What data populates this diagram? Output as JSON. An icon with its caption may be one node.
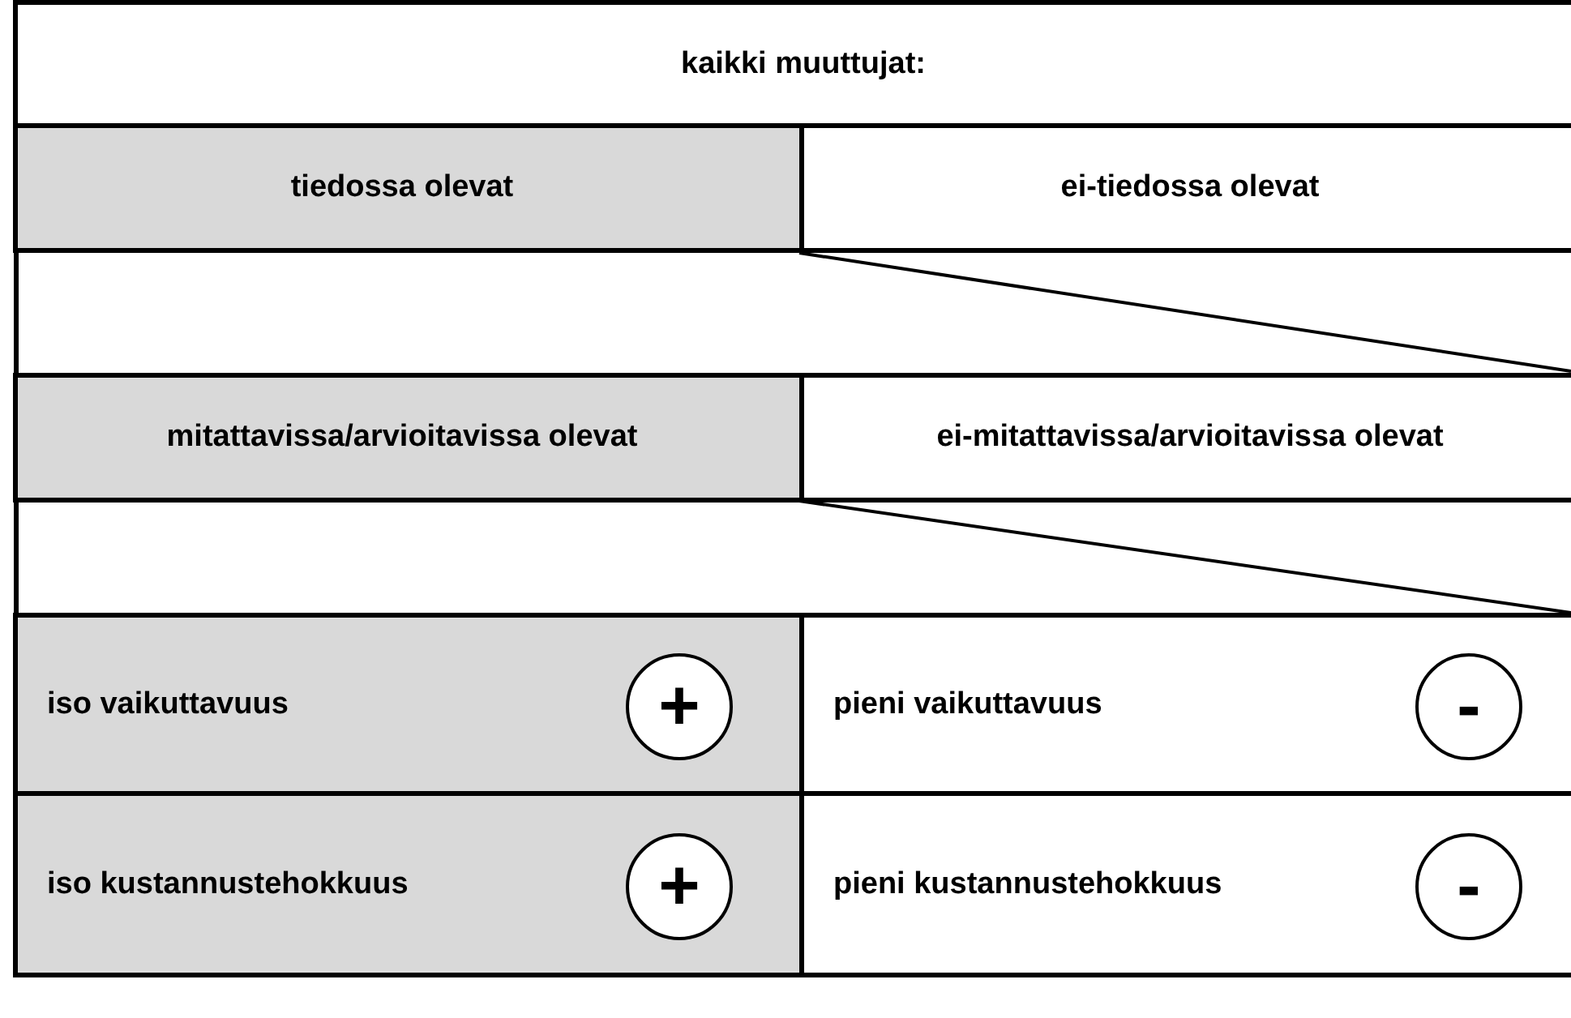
{
  "diagram": {
    "nodes": [
      {
        "text": [
          "kaikki muuttujat:"
        ]
      },
      {
        "text": [
          "tiedossa olevat"
        ]
      },
      {
        "text": [
          "ei-tiedossa olevat"
        ]
      },
      {
        "text": [
          "mitattavissa/arvioitavissa olevat"
        ]
      },
      {
        "text": [
          "ei-mitattavissa/arvioitavissa olevat"
        ]
      },
      {
        "text": [
          "iso vaikuttavuus"
        ]
      },
      {
        "text": [
          "+"
        ],
        "in": 5
      },
      {
        "text": [
          "pieni vaikuttavuus"
        ]
      },
      {
        "text": [
          "-"
        ],
        "in": 7
      },
      {
        "text": [
          "iso kustannustehokkuus"
        ]
      },
      {
        "text": [
          "+"
        ],
        "in": 9
      },
      {
        "text": [
          "pieni kustannustehokkuus"
        ]
      },
      {
        "text": [
          "-"
        ],
        "in": 11
      }
    ]
  }
}
